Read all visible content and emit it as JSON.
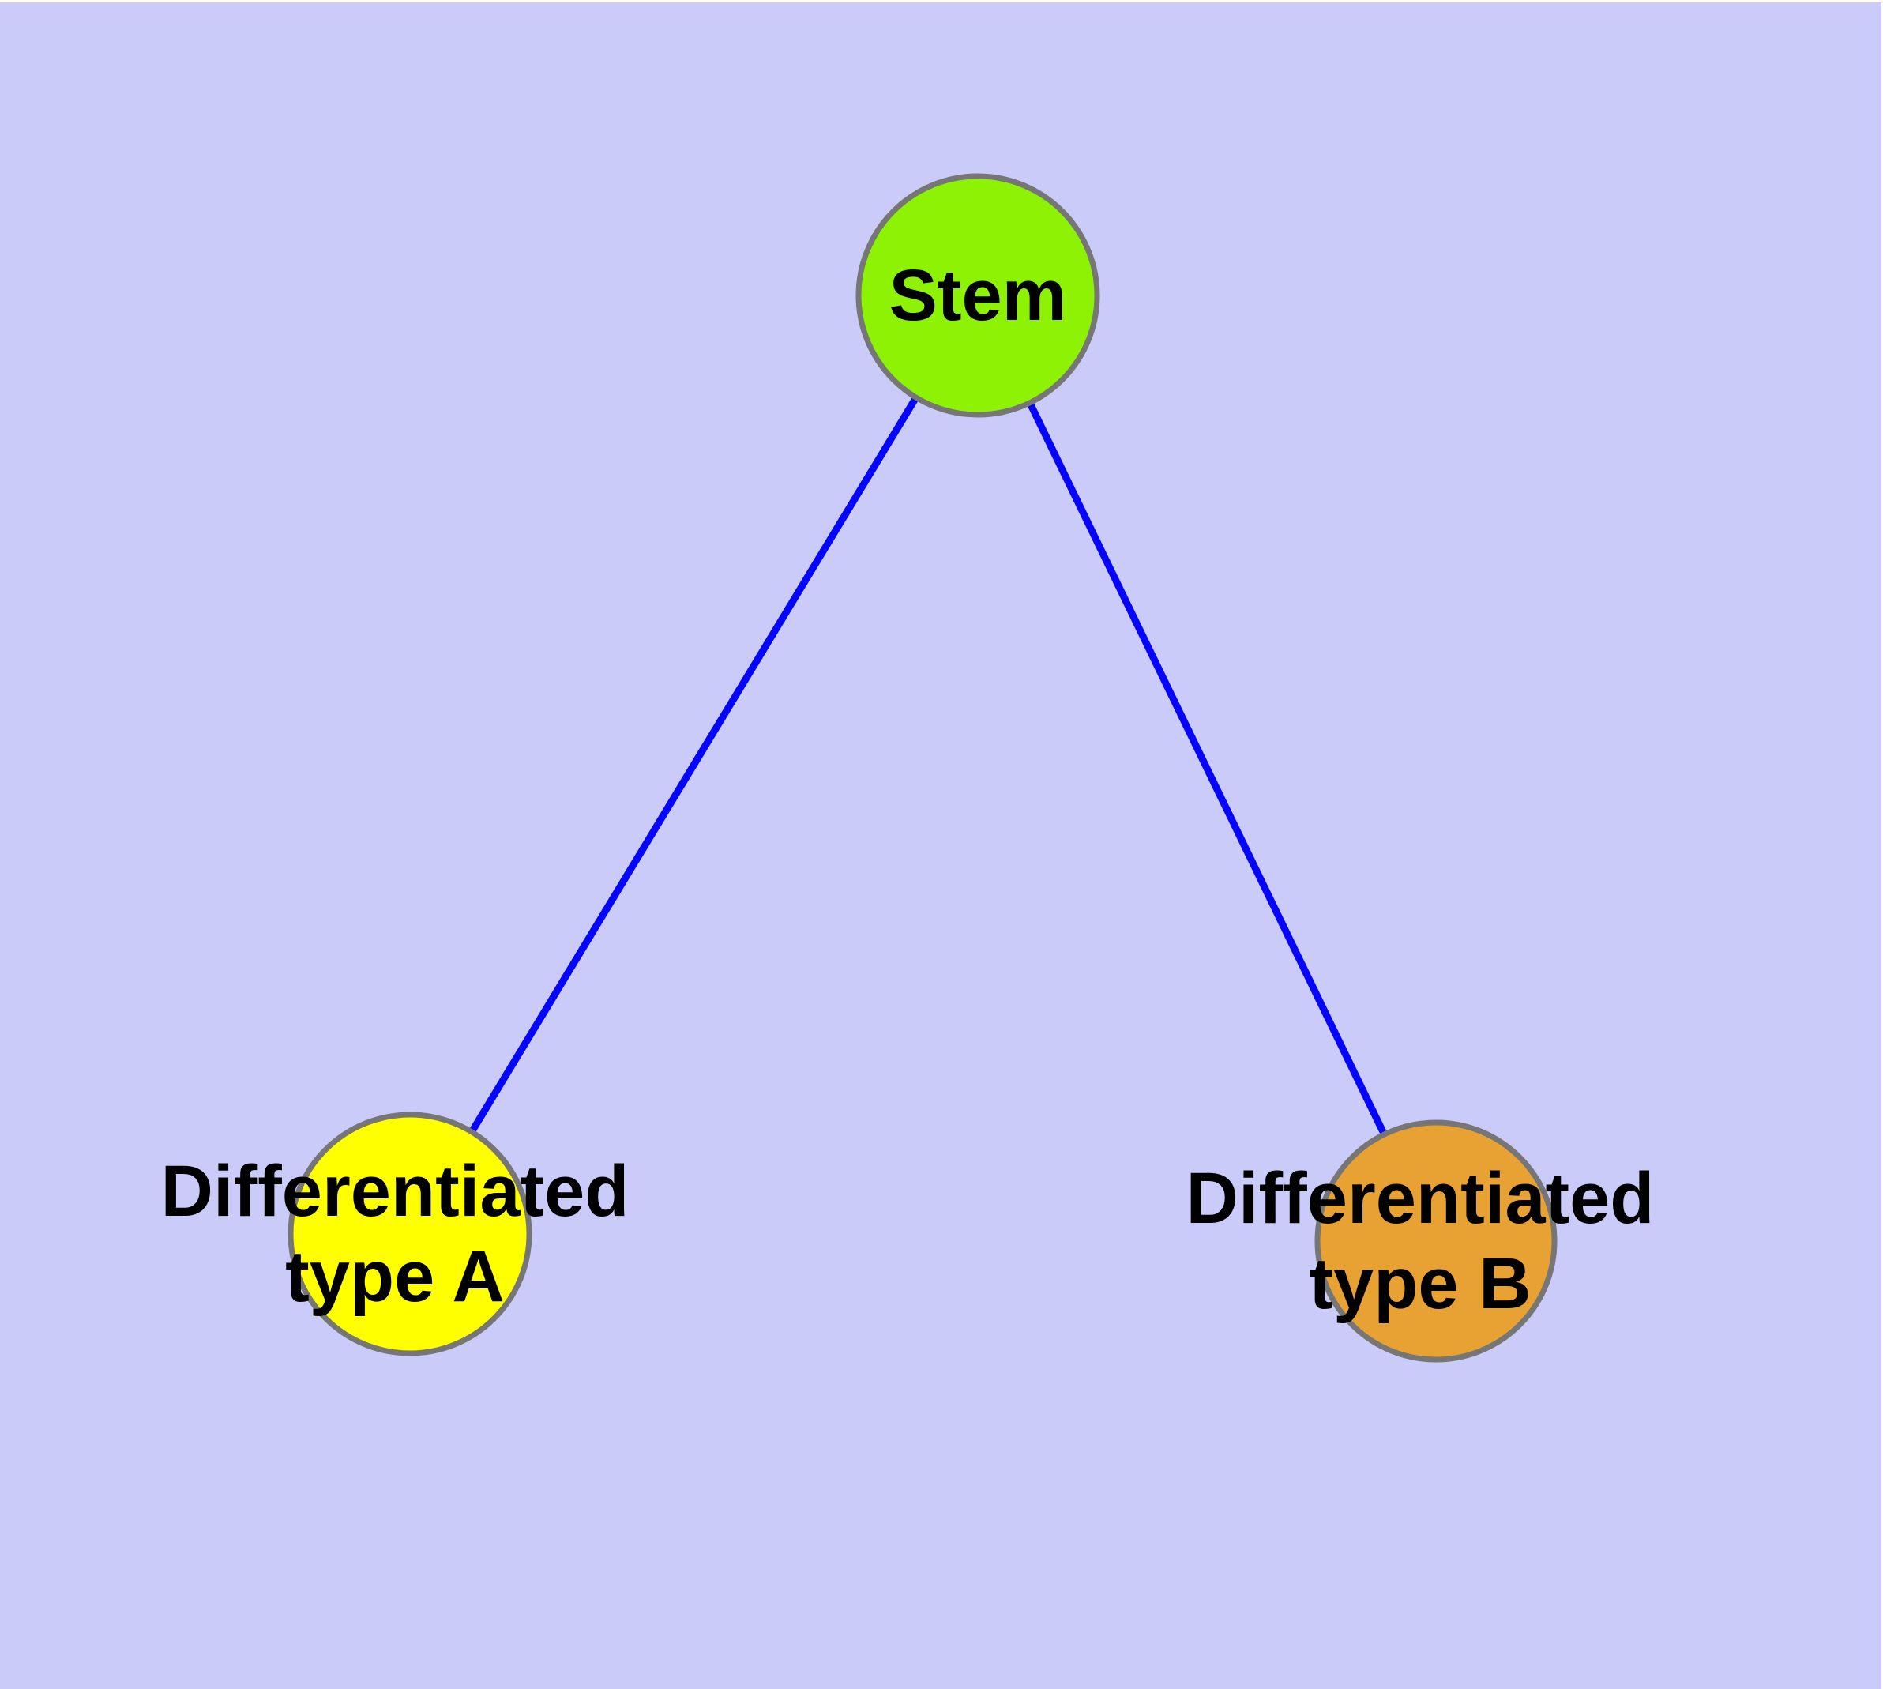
{
  "diagram": {
    "title": "",
    "canvas": {
      "background_color": "#CBCBFA",
      "margin_color": "#FFFFFF"
    },
    "text_color": "#000000",
    "nodes": [
      {
        "id": "stem",
        "label": "Stem",
        "fill": "#8EF204",
        "border_color": "#767676",
        "shape": "circle"
      },
      {
        "id": "type-a",
        "label": "Differentiated\ntype A",
        "fill": "#FFFF00",
        "border_color": "#767676",
        "shape": "circle"
      },
      {
        "id": "type-b",
        "label": "Differentiated\ntype B",
        "fill": "#E8A233",
        "border_color": "#767676",
        "shape": "circle"
      }
    ],
    "edges": [
      {
        "from": "stem",
        "to": "type-a",
        "color": "#0505FC"
      },
      {
        "from": "stem",
        "to": "type-b",
        "color": "#0505FC"
      }
    ]
  }
}
